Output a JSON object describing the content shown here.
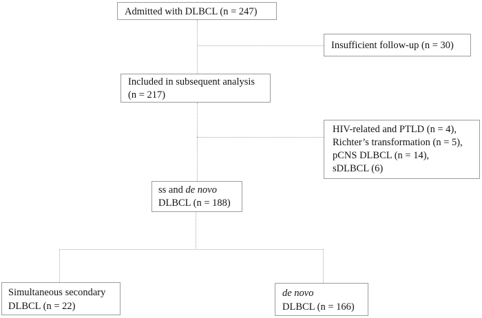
{
  "figure": {
    "title": "DLBCL patient flow diagram",
    "background_color": "#ffffff",
    "box_border_color": "#9b9b9b",
    "connector_color": "#a8a8a8",
    "connector_style": "dotted",
    "text_color": "#141414"
  },
  "nodes": {
    "admitted": {
      "label": "Admitted with DLBCL (n = 247)",
      "n": 247
    },
    "insufficient": {
      "label": "Insufficient follow-up (n = 30)",
      "n": 30
    },
    "included": {
      "line1": "Included in subsequent analysis",
      "line2": "(n = 217)",
      "n": 217
    },
    "exclusions": {
      "line1": "HIV-related and PTLD (n = 4),",
      "line2": "Richter’s transformation (n = 5),",
      "line3": "pCNS DLBCL (n = 14),",
      "line4": "sDLBCL (6)"
    },
    "ss_de_novo": {
      "line1_prefix": "ss and ",
      "line1_italic": "de novo",
      "line2": "DLBCL (n = 188)",
      "n": 188
    },
    "simultaneous": {
      "line1": "Simultaneous secondary",
      "line2": "DLBCL (n = 22)",
      "n": 22
    },
    "de_novo": {
      "line1_italic": "de novo",
      "line2": "DLBCL (n = 166)",
      "n": 166
    }
  }
}
